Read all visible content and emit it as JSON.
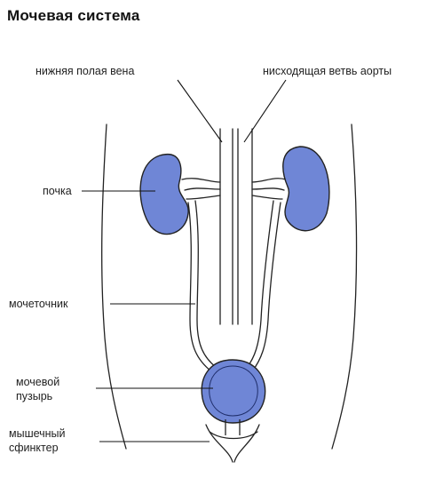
{
  "title": "Мочевая система",
  "labels": {
    "ivc": "нижняя полая вена",
    "aorta": "нисходящая ветвь аорты",
    "kidney": "почка",
    "ureter": "мочеточник",
    "bladder_line1": "мочевой",
    "bladder_line2": "пузырь",
    "sphincter_line1": "мышечный",
    "sphincter_line2": "сфинктер"
  },
  "colors": {
    "organ_fill": "#6f86d6",
    "outline": "#222222",
    "background": "#ffffff"
  }
}
